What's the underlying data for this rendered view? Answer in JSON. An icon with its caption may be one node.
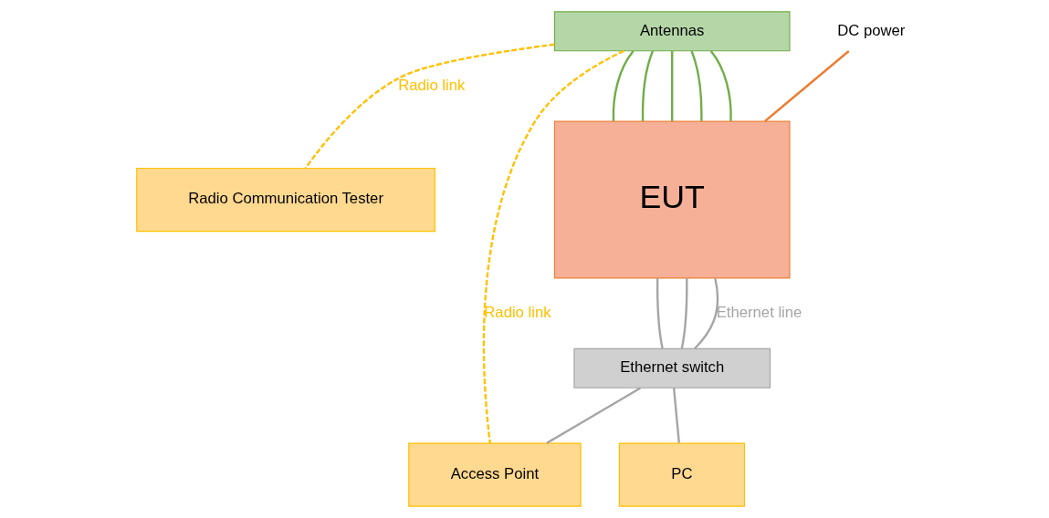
{
  "diagram": {
    "nodes": [
      {
        "text": [
          "Antennas"
        ]
      },
      {
        "text": [
          "Radio Communication Tester"
        ]
      },
      {
        "text": [
          "EUT"
        ]
      },
      {
        "text": [
          "Access Point"
        ]
      },
      {
        "text": [
          "Ethernet switch"
        ]
      },
      {
        "text": [
          "PC"
        ]
      },
      {
        "text": [
          "DC power"
        ]
      }
    ],
    "edges": [
      {
        "from": 0,
        "to": 2,
        "arrow": "none",
        "color": "#70ad47"
      },
      {
        "from": 0,
        "to": 2,
        "arrow": "none",
        "color": "#70ad47"
      },
      {
        "from": 0,
        "to": 2,
        "arrow": "none",
        "color": "#70ad47"
      },
      {
        "from": 0,
        "to": 2,
        "arrow": "none",
        "color": "#70ad47"
      },
      {
        "from": 0,
        "to": 2,
        "arrow": "none",
        "color": "#70ad47"
      },
      {
        "from": 0,
        "to": 1,
        "arrow": "none",
        "style": "dashed",
        "color": "#ffc000",
        "label": "Radio link"
      },
      {
        "from": 0,
        "to": 3,
        "arrow": "none",
        "style": "dashed",
        "color": "#ffc000",
        "label": "Radio link"
      },
      {
        "from": 6,
        "to": 2,
        "arrow": "none",
        "color": "#ed7d31"
      },
      {
        "from": 2,
        "to": 4,
        "arrow": "none",
        "color": "#a5a5a5"
      },
      {
        "from": 2,
        "to": 4,
        "arrow": "none",
        "color": "#a5a5a5"
      },
      {
        "from": 2,
        "to": 4,
        "arrow": "none",
        "color": "#a5a5a5",
        "label": "Ethernet line"
      },
      {
        "from": 4,
        "to": 3,
        "arrow": "none",
        "color": "#a5a5a5"
      },
      {
        "from": 4,
        "to": 5,
        "arrow": "none",
        "color": "#a5a5a5"
      }
    ]
  }
}
